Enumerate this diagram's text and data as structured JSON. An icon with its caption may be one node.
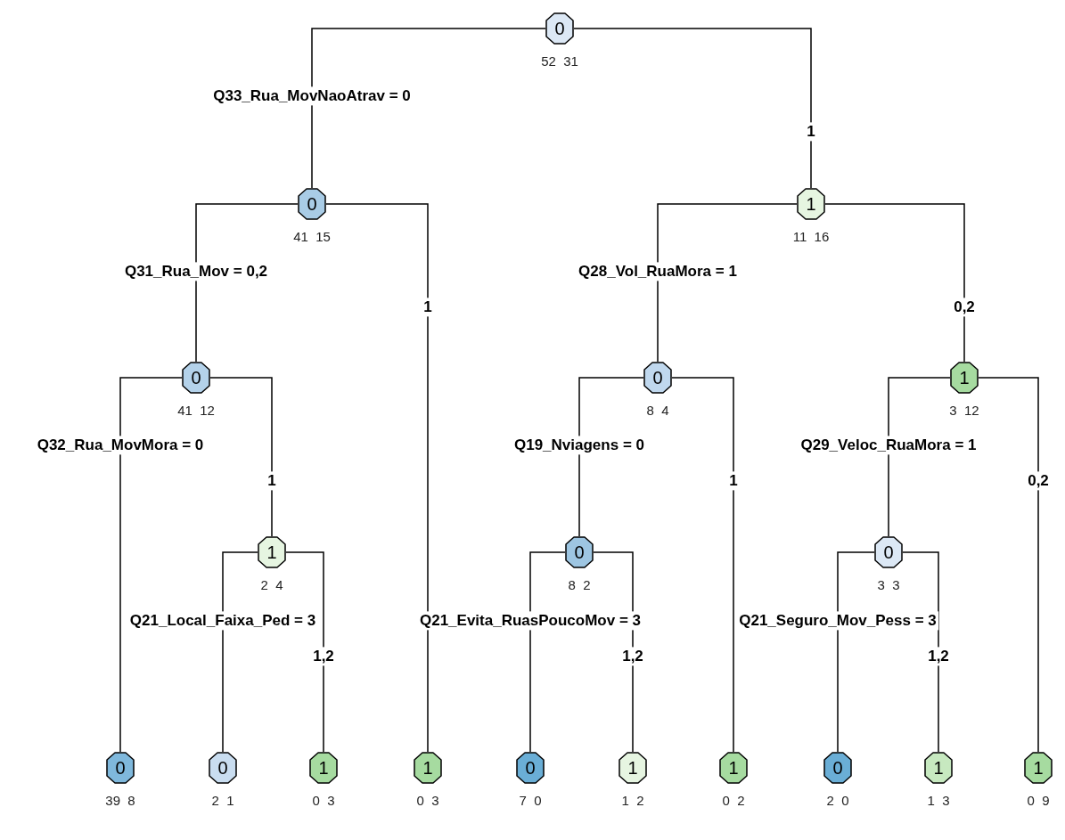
{
  "diagram": {
    "nodes": [
      {
        "text": [
          "0"
        ],
        "beside": [
          "52  31"
        ]
      },
      {
        "text": [
          "0"
        ],
        "beside": [
          "41  15"
        ]
      },
      {
        "text": [
          "1"
        ],
        "beside": [
          "11  16"
        ]
      },
      {
        "text": [
          "0"
        ],
        "beside": [
          "41  12"
        ]
      },
      {
        "text": [
          "0"
        ],
        "beside": [
          "8  4"
        ]
      },
      {
        "text": [
          "1"
        ],
        "beside": [
          "3  12"
        ]
      },
      {
        "text": [
          "1"
        ],
        "beside": [
          "2  4"
        ]
      },
      {
        "text": [
          "0"
        ],
        "beside": [
          "8  2"
        ]
      },
      {
        "text": [
          "0"
        ],
        "beside": [
          "3  3"
        ]
      },
      {
        "text": [
          "0"
        ],
        "beside": [
          "39  8"
        ]
      },
      {
        "text": [
          "0"
        ],
        "beside": [
          "2  1"
        ]
      },
      {
        "text": [
          "1"
        ],
        "beside": [
          "0  3"
        ]
      },
      {
        "text": [
          "1"
        ],
        "beside": [
          "0  3"
        ]
      },
      {
        "text": [
          "0"
        ],
        "beside": [
          "7  0"
        ]
      },
      {
        "text": [
          "1"
        ],
        "beside": [
          "1  2"
        ]
      },
      {
        "text": [
          "1"
        ],
        "beside": [
          "0  2"
        ]
      },
      {
        "text": [
          "0"
        ],
        "beside": [
          "2  0"
        ]
      },
      {
        "text": [
          "1"
        ],
        "beside": [
          "1  3"
        ]
      },
      {
        "text": [
          "1"
        ],
        "beside": [
          "0  9"
        ]
      }
    ],
    "edges": [
      {
        "from": 0,
        "to": 1,
        "arrow": "none",
        "label": "Q33_Rua_MovNaoAtrav = 0"
      },
      {
        "from": 0,
        "to": 2,
        "arrow": "none",
        "label": "1"
      },
      {
        "from": 1,
        "to": 3,
        "arrow": "none",
        "label": "Q31_Rua_Mov = 0,2"
      },
      {
        "from": 1,
        "to": 12,
        "arrow": "none",
        "label": "1"
      },
      {
        "from": 2,
        "to": 4,
        "arrow": "none",
        "label": "Q28_Vol_RuaMora = 1"
      },
      {
        "from": 2,
        "to": 5,
        "arrow": "none",
        "label": "0,2"
      },
      {
        "from": 3,
        "to": 9,
        "arrow": "none",
        "label": "Q32_Rua_MovMora = 0"
      },
      {
        "from": 3,
        "to": 6,
        "arrow": "none",
        "label": "1"
      },
      {
        "from": 6,
        "to": 10,
        "arrow": "none",
        "label": "Q21_Local_Faixa_Ped = 3"
      },
      {
        "from": 6,
        "to": 11,
        "arrow": "none",
        "label": "1,2"
      },
      {
        "from": 4,
        "to": 7,
        "arrow": "none",
        "label": "Q19_Nviagens = 0"
      },
      {
        "from": 4,
        "to": 15,
        "arrow": "none",
        "label": "1"
      },
      {
        "from": 7,
        "to": 13,
        "arrow": "none",
        "label": "Q21_Evita_RuasPoucoMov = 3"
      },
      {
        "from": 7,
        "to": 14,
        "arrow": "none",
        "label": "1,2"
      },
      {
        "from": 5,
        "to": 8,
        "arrow": "none",
        "label": "Q29_Veloc_RuaMora = 1"
      },
      {
        "from": 5,
        "to": 18,
        "arrow": "none",
        "label": "0,2"
      },
      {
        "from": 8,
        "to": 16,
        "arrow": "none",
        "label": "Q21_Seguro_Mov_Pess = 3"
      },
      {
        "from": 8,
        "to": 17,
        "arrow": "none",
        "label": "1,2"
      }
    ]
  }
}
